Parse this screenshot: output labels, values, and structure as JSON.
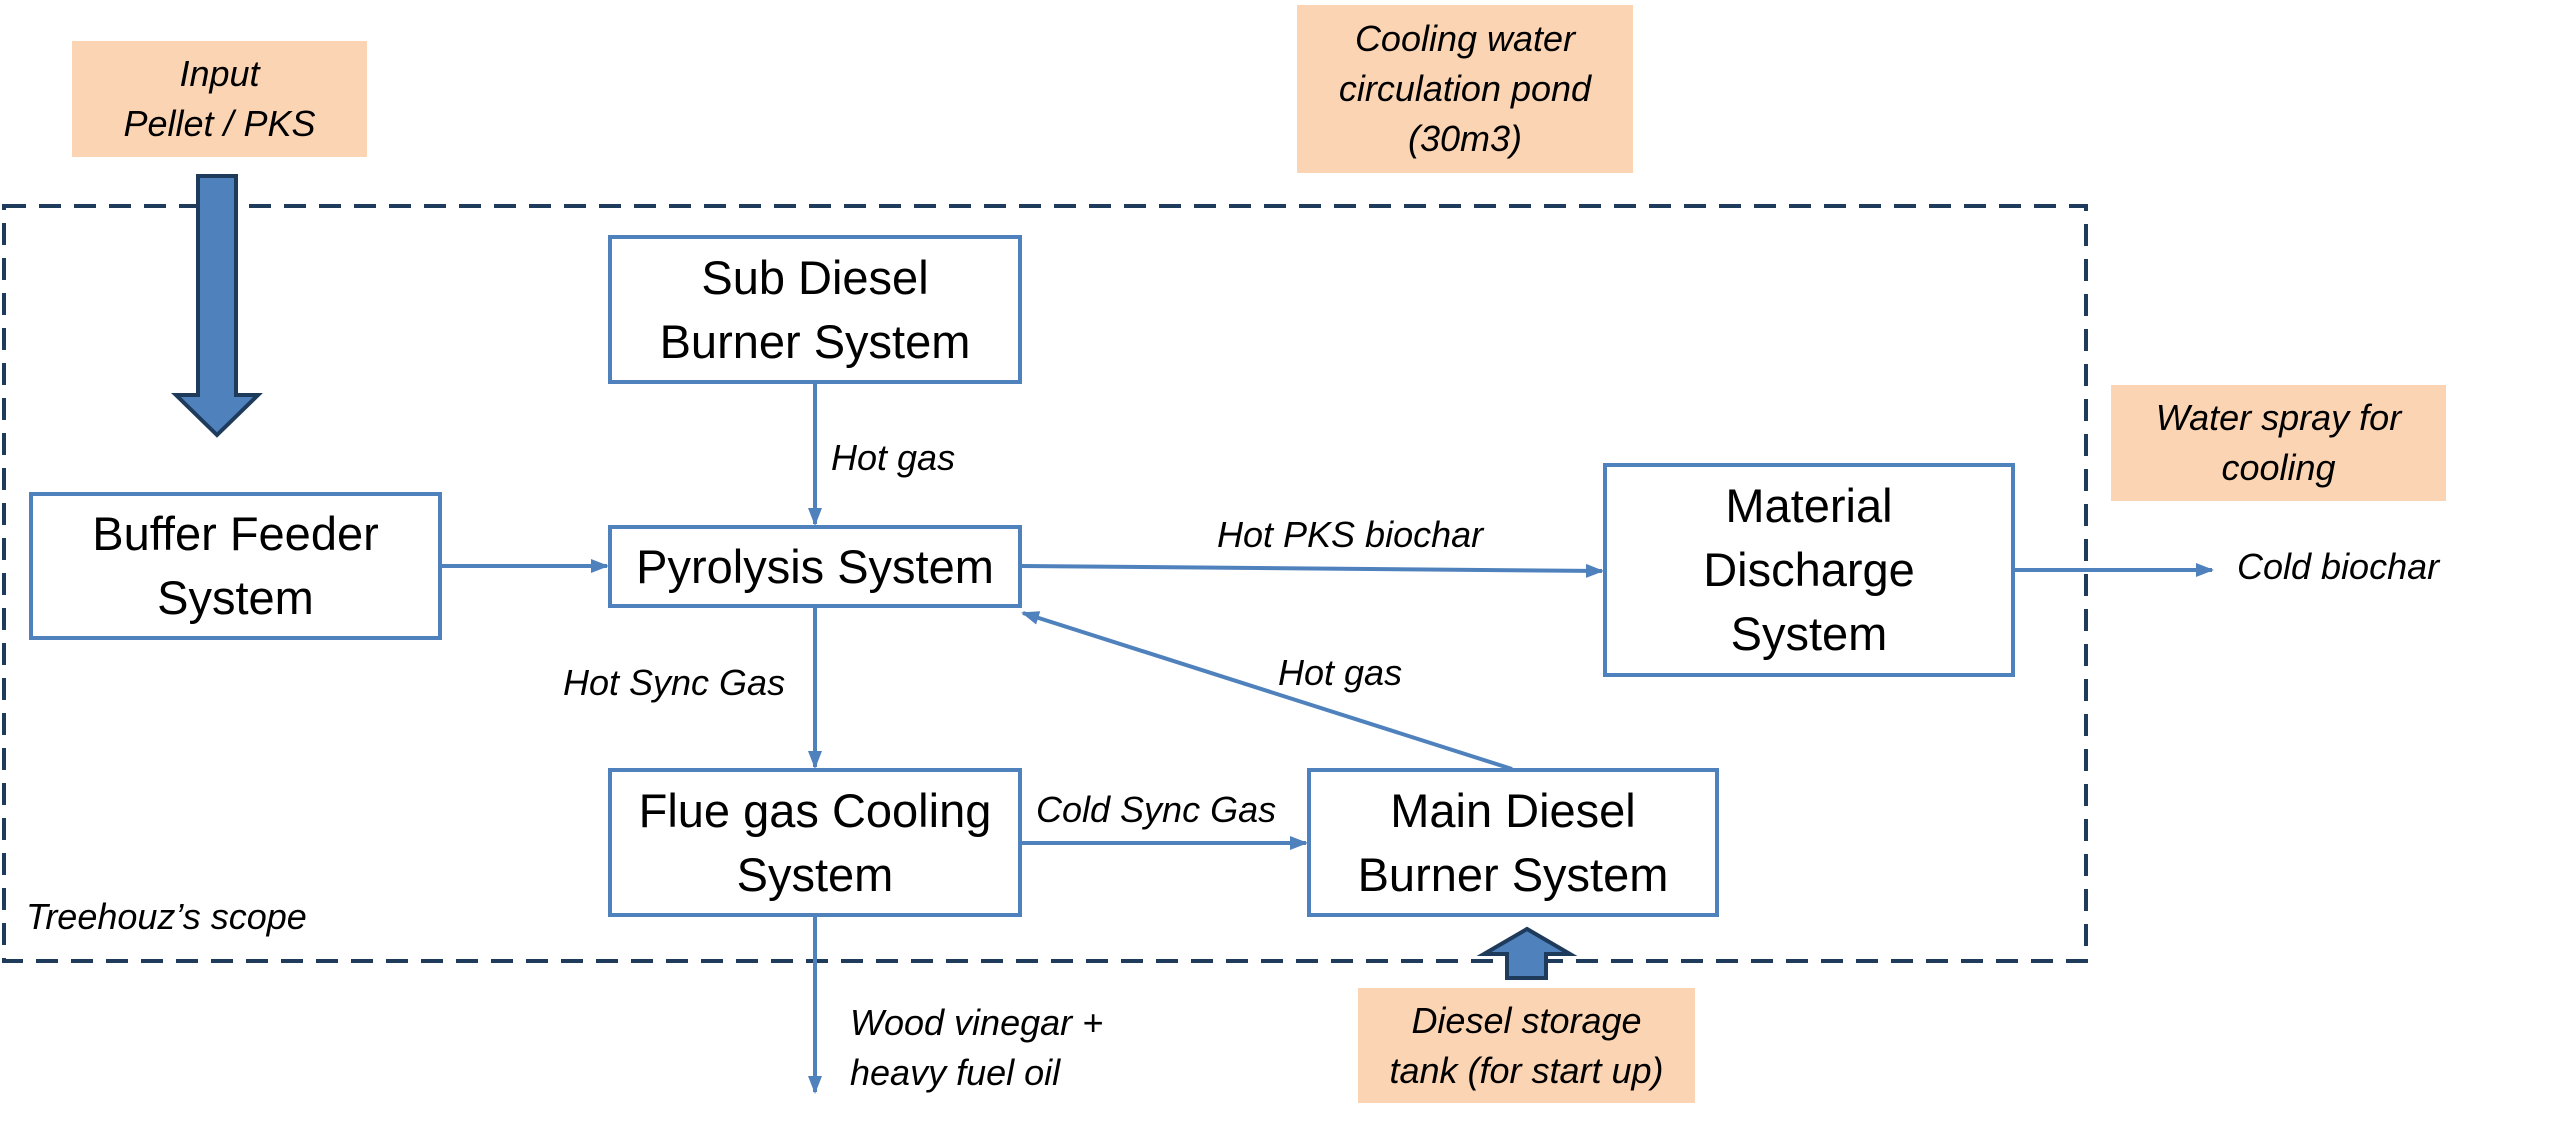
{
  "title": "Pyrolysis plant process flow",
  "colors": {
    "box_border": "#4F81BD",
    "flow_line": "#4F81BD",
    "note_fill": "#FBD4B4",
    "scope_border": "#1F3B5C",
    "block_arrow_fill": "#4F81BD",
    "block_arrow_stroke": "#1F3B5C"
  },
  "notes": {
    "input": [
      "Input",
      "Pellet / PKS"
    ],
    "cooling_pond": [
      "Cooling water",
      "circulation pond",
      "(30m3)"
    ],
    "water_spray": [
      "Water spray for",
      "cooling"
    ],
    "diesel_storage": [
      "Diesel storage",
      "tank (for start up)"
    ]
  },
  "systems": {
    "sub_diesel": [
      "Sub Diesel",
      "Burner System"
    ],
    "buffer_feeder": [
      "Buffer Feeder",
      "System"
    ],
    "pyrolysis": [
      "Pyrolysis System"
    ],
    "material_discharge": [
      "Material",
      "Discharge",
      "System"
    ],
    "flue_gas_cooling": [
      "Flue gas Cooling",
      "System"
    ],
    "main_diesel": [
      "Main Diesel",
      "Burner System"
    ]
  },
  "flows": {
    "sub_to_pyrolysis": "Hot gas",
    "pyrolysis_to_discharge": "Hot PKS biochar",
    "main_to_pyrolysis": "Hot gas",
    "pyrolysis_to_flue": "Hot Sync Gas",
    "flue_to_main": "Cold Sync Gas",
    "discharge_out": "Cold biochar",
    "flue_out": [
      "Wood vinegar +",
      "heavy fuel oil"
    ]
  },
  "scope_label": "Treehouz’s scope"
}
